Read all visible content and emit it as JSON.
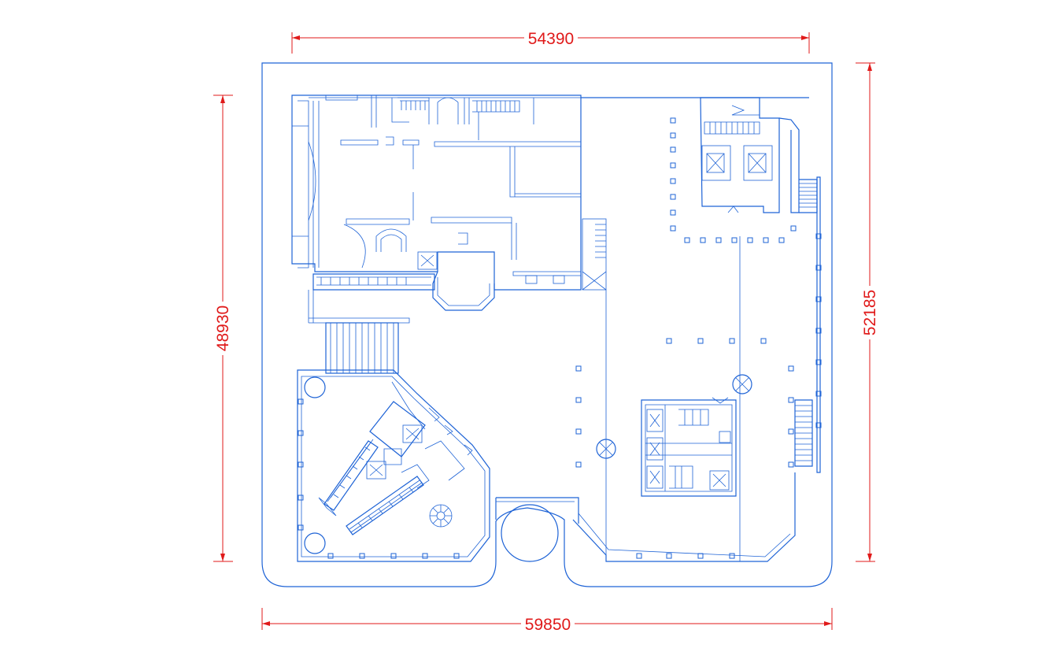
{
  "dimensions": {
    "top": "54390",
    "bottom": "59850",
    "left": "48930",
    "right": "52185"
  },
  "colors": {
    "linework": "#1e63d6",
    "dimension": "#e01a1a",
    "background": "#ffffff"
  }
}
